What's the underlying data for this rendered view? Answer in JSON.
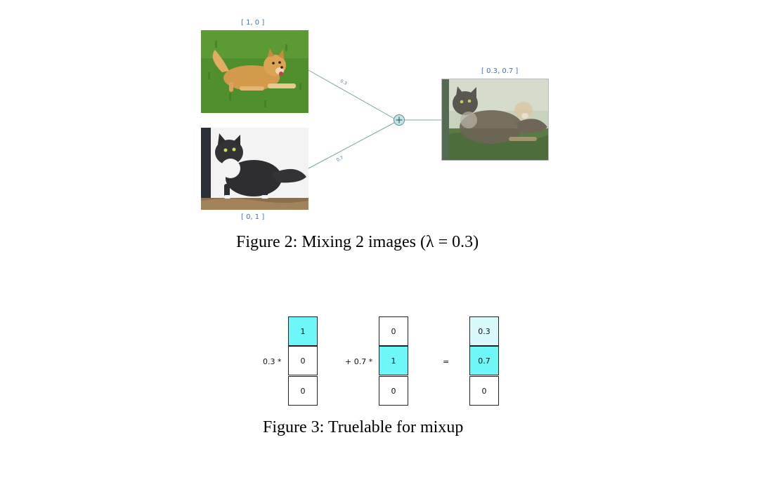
{
  "figure2": {
    "label_top": "[ 1, 0 ]",
    "label_bottom": "[ 0, 1 ]",
    "label_result": "[ 0.3, 0.7 ]",
    "weight_top": "0.3",
    "weight_bottom": "0.7",
    "caption": "Figure 2: Mixing 2 images (λ = 0.3)"
  },
  "figure3": {
    "coef_a": "0.3 *",
    "coef_b": "+ 0.7 *",
    "equals": "=",
    "vec_a": [
      "1",
      "0",
      "0"
    ],
    "vec_b": [
      "0",
      "1",
      "0"
    ],
    "vec_result": [
      "0.3",
      "0.7",
      "0"
    ],
    "caption": "Figure 3: Truelable for mixup"
  },
  "colors": {
    "label": "#3d73b8",
    "highlight": "#6ff6f8",
    "highlight_light": "#d8fafb",
    "line": "#7aa3a3"
  }
}
